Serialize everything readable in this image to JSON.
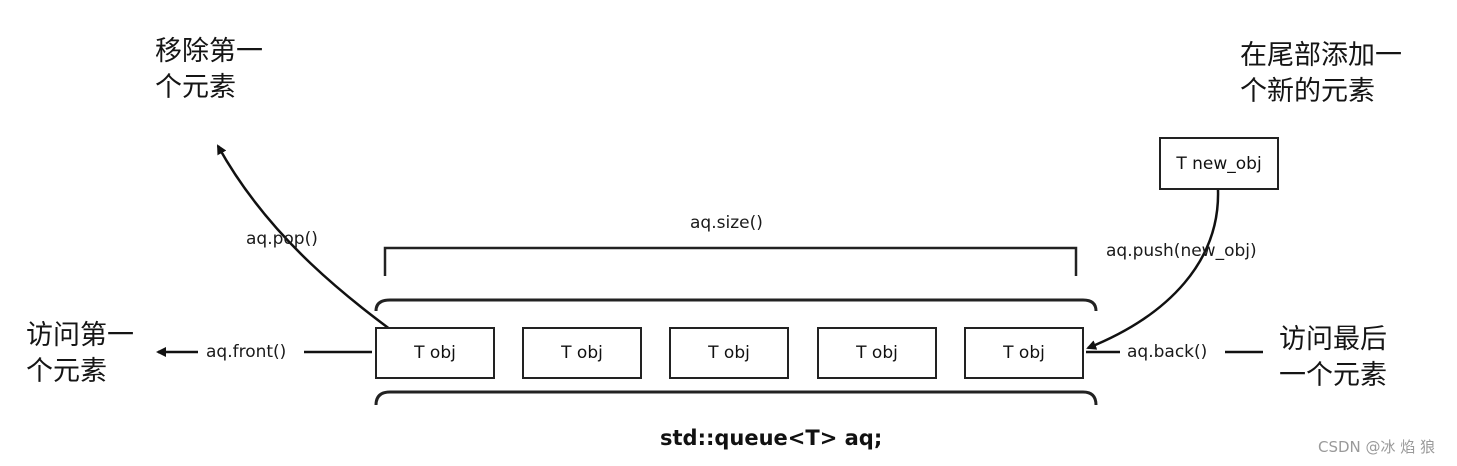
{
  "diagram": {
    "label_pop": "移除第一\n个元素",
    "label_push": "在尾部添加一\n个新的元素",
    "label_front": "访问第一\n个元素",
    "label_back": "访问最后\n一个元素",
    "fn_pop": "aq.pop()",
    "fn_size": "aq.size()",
    "fn_push": "aq.push(new_obj)",
    "fn_front": "aq.front()",
    "fn_back": "aq.back()",
    "new_obj_box": "T new_obj",
    "elements": [
      "T obj",
      "T obj",
      "T obj",
      "T obj",
      "T obj"
    ],
    "title": "std::queue<T> aq;"
  },
  "watermark": "CSDN @冰 焰 狼"
}
